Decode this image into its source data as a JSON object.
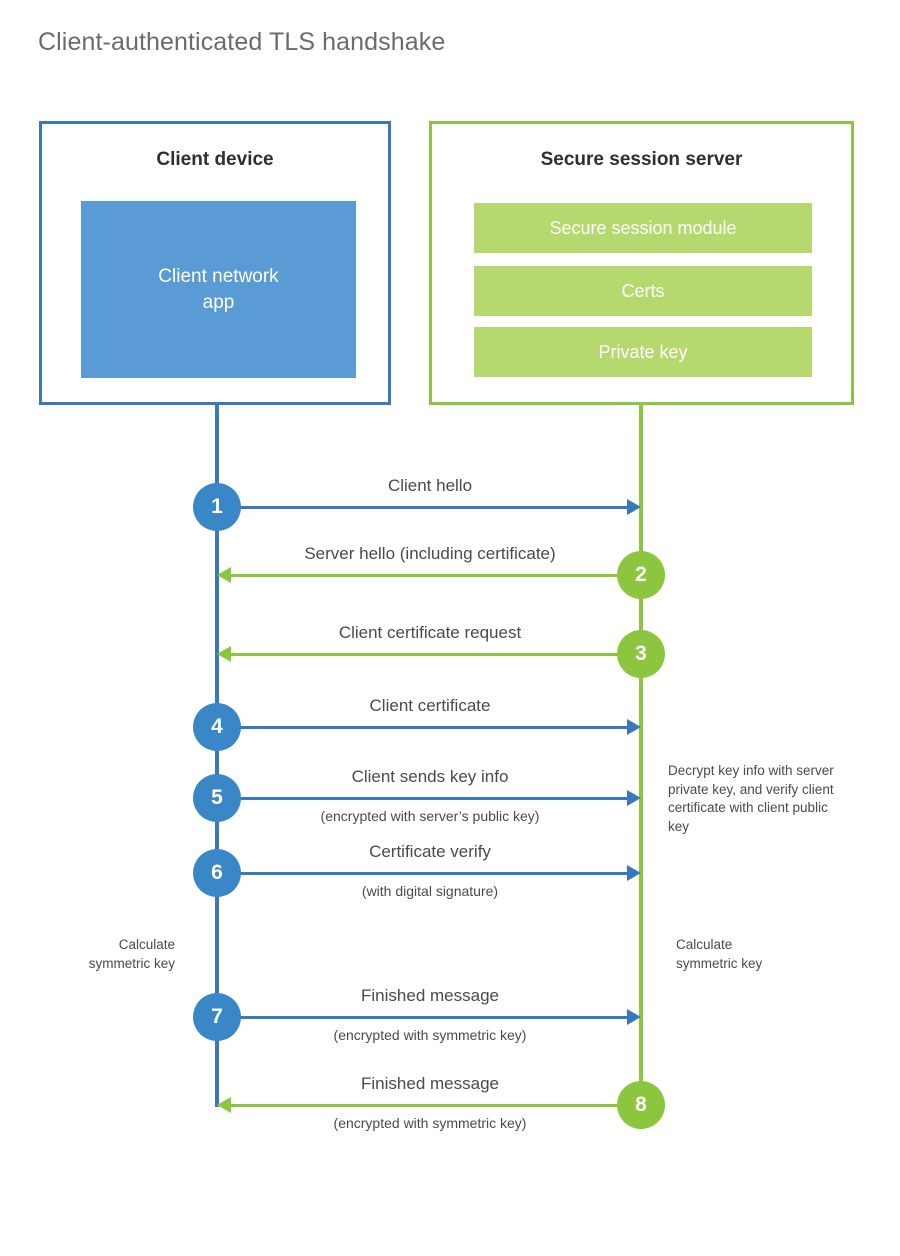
{
  "title": "Client-authenticated TLS handshake",
  "colors": {
    "client_accent": "#3a78bd",
    "client_circle": "#3a87c8",
    "client_app_fill": "#5b9bd5",
    "server_accent": "#8cc63f",
    "server_block_fill": "#b5d96f",
    "text": "#4a4a4a",
    "title_text": "#6b6b6b",
    "background": "#ffffff"
  },
  "client": {
    "title": "Client device",
    "app_label": "Client network\napp"
  },
  "server": {
    "title": "Secure session server",
    "blocks": [
      {
        "label": "Secure session module"
      },
      {
        "label": "Certs"
      },
      {
        "label": "Private key"
      }
    ]
  },
  "messages": [
    {
      "step": "1",
      "label": "Client hello",
      "sublabel": "",
      "direction": "client-to-server",
      "origin": "client"
    },
    {
      "step": "2",
      "label": "Server hello (including certificate)",
      "sublabel": "",
      "direction": "server-to-client",
      "origin": "server"
    },
    {
      "step": "3",
      "label": "Client certificate request",
      "sublabel": "",
      "direction": "server-to-client",
      "origin": "server"
    },
    {
      "step": "4",
      "label": "Client certificate",
      "sublabel": "",
      "direction": "client-to-server",
      "origin": "client"
    },
    {
      "step": "5",
      "label": "Client sends key info",
      "sublabel": "(encrypted with server’s public key)",
      "direction": "client-to-server",
      "origin": "client"
    },
    {
      "step": "6",
      "label": "Certificate verify",
      "sublabel": "(with digital signature)",
      "direction": "client-to-server",
      "origin": "client"
    },
    {
      "step": "7",
      "label": "Finished message",
      "sublabel": "(encrypted with symmetric key)",
      "direction": "client-to-server",
      "origin": "client"
    },
    {
      "step": "8",
      "label": "Finished message",
      "sublabel": "(encrypted with symmetric key)",
      "direction": "server-to-client",
      "origin": "server"
    }
  ],
  "notes": {
    "server_decrypt": "Decrypt key info with server private key, and verify client certificate with client public key",
    "client_symmetric_key": "Calculate\nsymmetric key",
    "server_symmetric_key": "Calculate\nsymmetric key"
  },
  "chart_data": {
    "type": "table",
    "title": "Client-authenticated TLS handshake",
    "columns": [
      "step",
      "message",
      "detail",
      "from",
      "to"
    ],
    "rows": [
      [
        "1",
        "Client hello",
        "",
        "Client device",
        "Secure session server"
      ],
      [
        "2",
        "Server hello (including certificate)",
        "",
        "Secure session server",
        "Client device"
      ],
      [
        "3",
        "Client certificate request",
        "",
        "Secure session server",
        "Client device"
      ],
      [
        "4",
        "Client certificate",
        "",
        "Client device",
        "Secure session server"
      ],
      [
        "5",
        "Client sends key info",
        "(encrypted with server’s public key)",
        "Client device",
        "Secure session server"
      ],
      [
        "6",
        "Certificate verify",
        "(with digital signature)",
        "Client device",
        "Secure session server"
      ],
      [
        "7",
        "Finished message",
        "(encrypted with symmetric key)",
        "Client device",
        "Secure session server"
      ],
      [
        "8",
        "Finished message",
        "(encrypted with symmetric key)",
        "Secure session server",
        "Client device"
      ]
    ]
  }
}
